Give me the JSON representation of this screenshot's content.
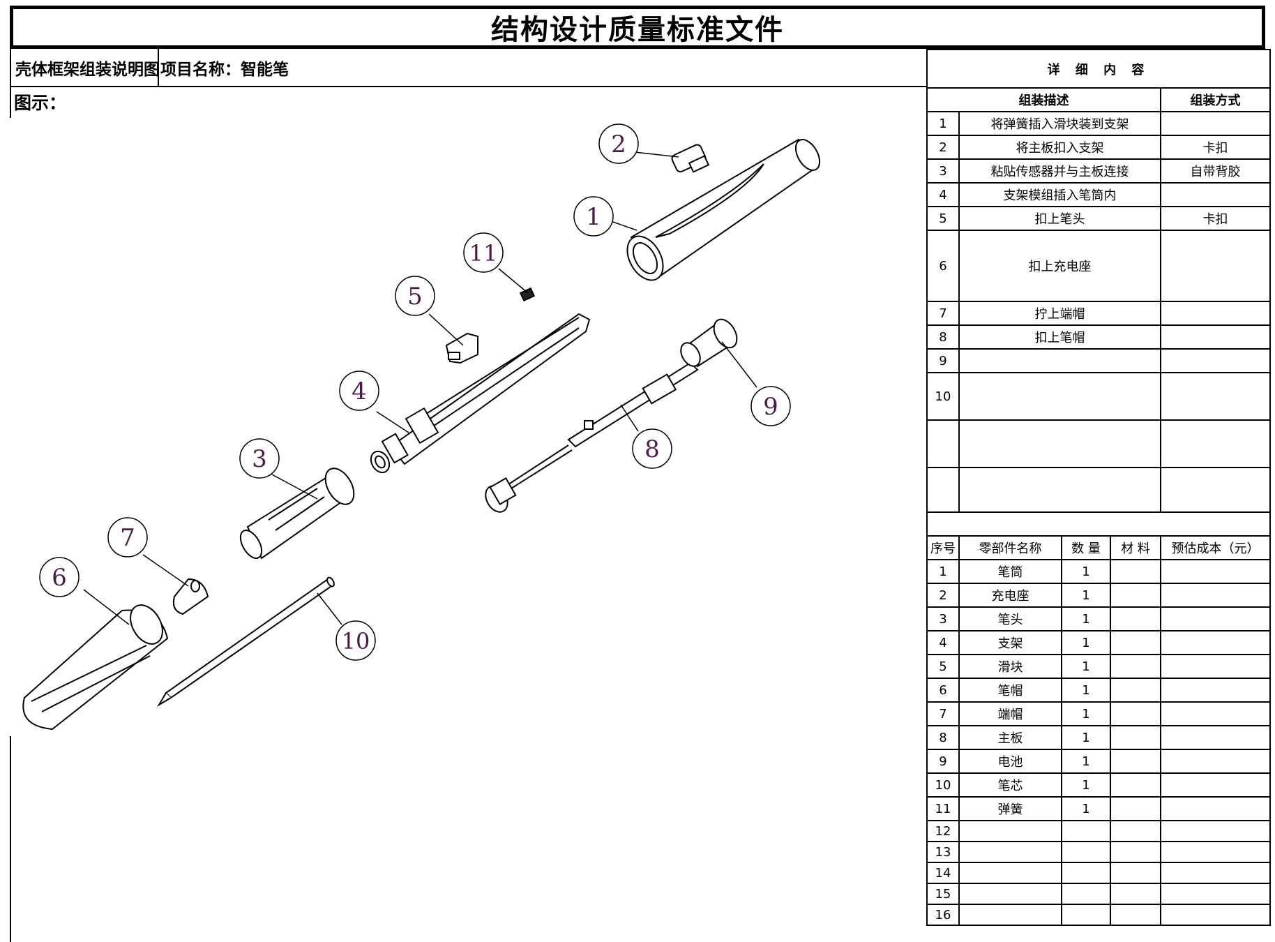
{
  "document": {
    "title": "结构设计质量标准文件",
    "drawing_name": "壳体框架组装说明图",
    "project_label": "项目名称：智能笔",
    "figure_label": "图示："
  },
  "detail": {
    "heading": "详 细 内 容",
    "assembly_headers": {
      "description": "组装描述",
      "method": "组装方式"
    },
    "assembly_steps": [
      {
        "no": "1",
        "description": "将弹簧插入滑块装到支架",
        "method": ""
      },
      {
        "no": "2",
        "description": "将主板扣入支架",
        "method": "卡扣"
      },
      {
        "no": "3",
        "description": "粘贴传感器并与主板连接",
        "method": "自带背胶"
      },
      {
        "no": "4",
        "description": "支架模组插入笔筒内",
        "method": ""
      },
      {
        "no": "5",
        "description": "扣上笔头",
        "method": "卡扣"
      },
      {
        "no": "6",
        "description": "扣上充电座",
        "method": ""
      },
      {
        "no": "7",
        "description": "拧上端帽",
        "method": ""
      },
      {
        "no": "8",
        "description": "扣上笔帽",
        "method": ""
      },
      {
        "no": "9",
        "description": "",
        "method": ""
      },
      {
        "no": "10",
        "description": "",
        "method": ""
      }
    ],
    "parts_headers": {
      "no": "序号",
      "name": "零部件名称",
      "qty": "数 量",
      "material": "材 料",
      "cost": "预估成本（元）"
    },
    "parts": [
      {
        "no": "1",
        "name": "笔筒",
        "qty": "1",
        "material": "",
        "cost": ""
      },
      {
        "no": "2",
        "name": "充电座",
        "qty": "1",
        "material": "",
        "cost": ""
      },
      {
        "no": "3",
        "name": "笔头",
        "qty": "1",
        "material": "",
        "cost": ""
      },
      {
        "no": "4",
        "name": "支架",
        "qty": "1",
        "material": "",
        "cost": ""
      },
      {
        "no": "5",
        "name": "滑块",
        "qty": "1",
        "material": "",
        "cost": ""
      },
      {
        "no": "6",
        "name": "笔帽",
        "qty": "1",
        "material": "",
        "cost": ""
      },
      {
        "no": "7",
        "name": "端帽",
        "qty": "1",
        "material": "",
        "cost": ""
      },
      {
        "no": "8",
        "name": "主板",
        "qty": "1",
        "material": "",
        "cost": ""
      },
      {
        "no": "9",
        "name": "电池",
        "qty": "1",
        "material": "",
        "cost": ""
      },
      {
        "no": "10",
        "name": "笔芯",
        "qty": "1",
        "material": "",
        "cost": ""
      },
      {
        "no": "11",
        "name": "弹簧",
        "qty": "1",
        "material": "",
        "cost": ""
      },
      {
        "no": "12",
        "name": "",
        "qty": "",
        "material": "",
        "cost": ""
      },
      {
        "no": "13",
        "name": "",
        "qty": "",
        "material": "",
        "cost": ""
      },
      {
        "no": "14",
        "name": "",
        "qty": "",
        "material": "",
        "cost": ""
      },
      {
        "no": "15",
        "name": "",
        "qty": "",
        "material": "",
        "cost": ""
      },
      {
        "no": "16",
        "name": "",
        "qty": "",
        "material": "",
        "cost": ""
      }
    ]
  },
  "callouts": [
    "1",
    "2",
    "3",
    "4",
    "5",
    "6",
    "7",
    "8",
    "9",
    "10",
    "11"
  ],
  "colors": {
    "line": "#000000",
    "callout_text": "#4a1a4a",
    "part_fill": "#ffffff"
  }
}
